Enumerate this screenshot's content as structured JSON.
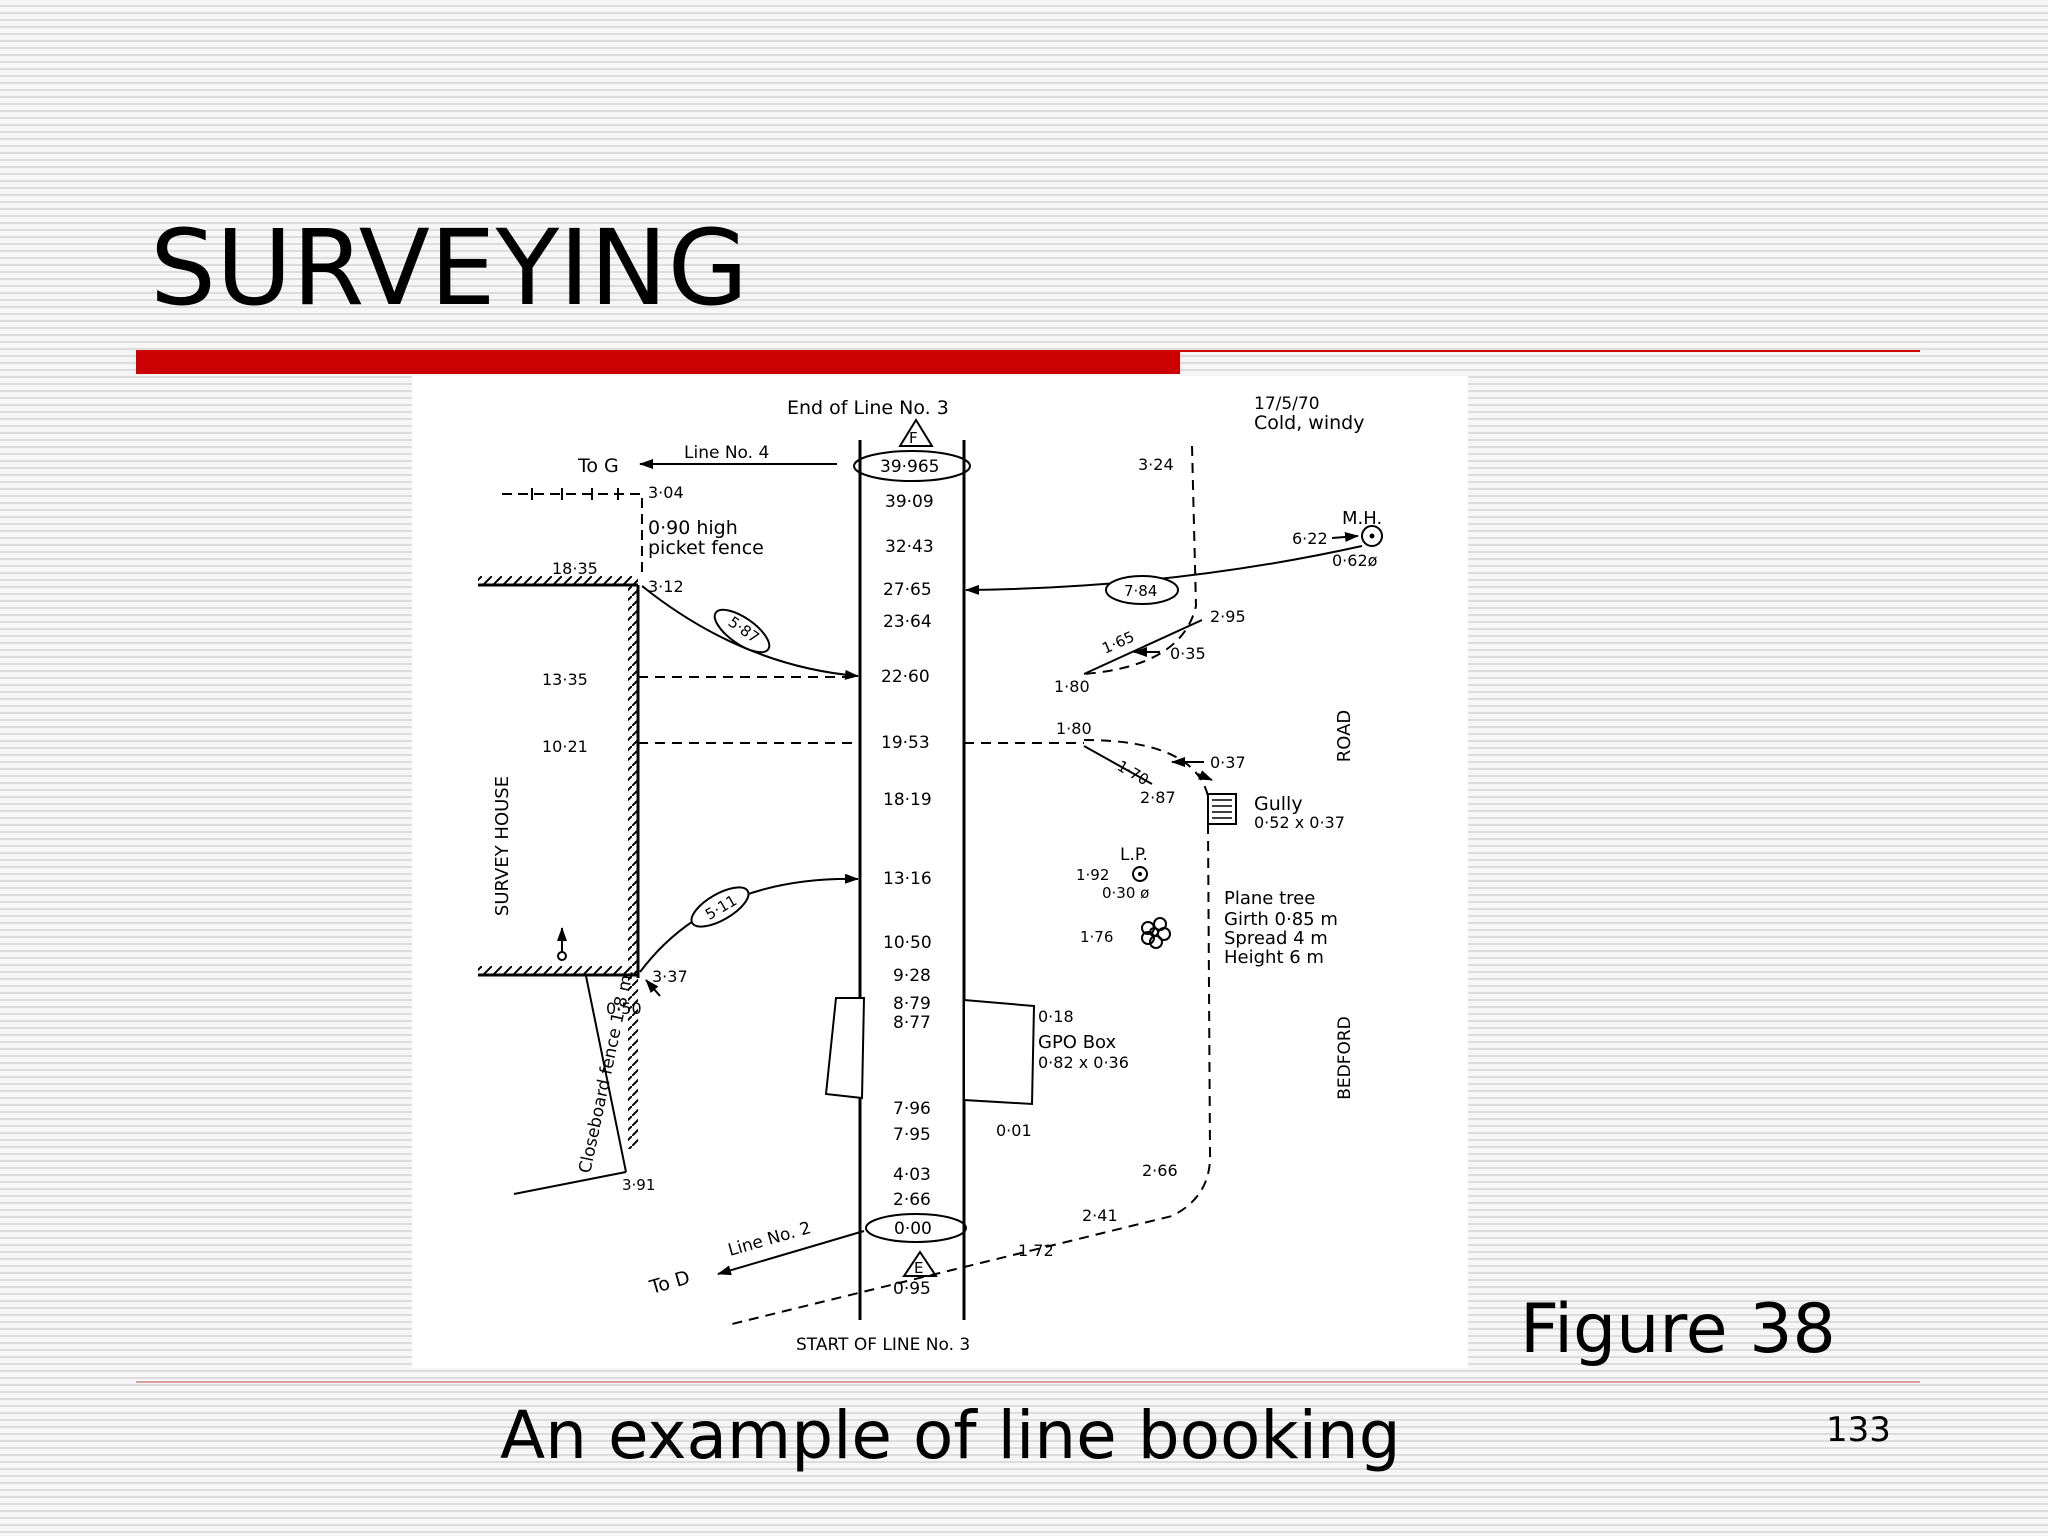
{
  "slide": {
    "title": "SURVEYING",
    "figure_label": "Figure 38",
    "caption": "An example of line booking",
    "page_number": "133"
  },
  "colors": {
    "accent_red": "#cc0000",
    "background": "#f4f4f4",
    "stripe": "#dcdcdc"
  },
  "diagram": {
    "header": {
      "end_of_line": "End of  Line No. 3",
      "end_station": "F",
      "date": "17/5/70",
      "weather": "Cold, windy"
    },
    "footer": {
      "start_of_line": "START OF LINE No. 3",
      "start_station": "E"
    },
    "chainages": {
      "c39965": "39·965",
      "c3909": "39·09",
      "c3243": "32·43",
      "c2765": "27·65",
      "c2364": "23·64",
      "c2260": "22·60",
      "c1953": "19·53",
      "c1819": "18·19",
      "c1316": "13·16",
      "c1050": "10·50",
      "c928": "9·28",
      "c879": "8·79",
      "c877": "8·77",
      "c796": "7·96",
      "c795": "7·95",
      "c403": "4·03",
      "c266": "2·66",
      "c000": "0·00",
      "c095": "0·95"
    },
    "left_side": {
      "to_g": "To G",
      "line4": "Line No. 4",
      "o304": "3·04",
      "fence1": "0·90 high",
      "fence2": "picket fence",
      "o1835": "18·35",
      "o312": "3·12",
      "tie587": "5·87",
      "o1335": "13·35",
      "o1021": "10·21",
      "house": "SURVEY HOUSE",
      "tie511": "5·11",
      "o337": "3·37",
      "o050": "0·50",
      "closeboard": "Closeboard fence 1·8 m.",
      "o391": "3·91",
      "line2": "Line No. 2",
      "to_d": "To D"
    },
    "right_side": {
      "o324": "3·24",
      "mh": "M.H.",
      "o622": "6·22",
      "d062": "0·62ø",
      "tie784": "7·84",
      "o295": "2·95",
      "tie165": "1·65",
      "o035": "0·35",
      "o180a": "1·80",
      "o180b": "1·80",
      "tie170": "1·70",
      "o037": "0·37",
      "o287": "2·87",
      "gully": "Gully",
      "gully_size": "0·52 x 0·37",
      "road": "ROAD",
      "lp": "L.P.",
      "o192": "1·92",
      "d030": "0·30 ø",
      "tree_name": "Plane tree",
      "girth": "Girth    0·85 m",
      "spread": "Spread 4 m",
      "height": "Height  6 m",
      "o176": "1·76",
      "o018": "0·18",
      "gpo": "GPO Box",
      "gpo_size": "0·82 x 0·36",
      "o001": "0·01",
      "bedford": "BEDFORD",
      "o266": "2·66",
      "o241": "2·41",
      "o172": "1·72"
    }
  }
}
